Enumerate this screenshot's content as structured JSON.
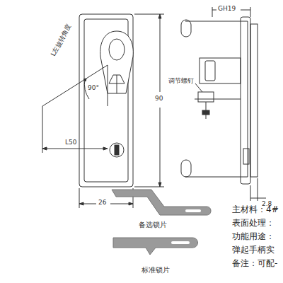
{
  "diagram": {
    "labels": [
      "L左旋转角度",
      "90°",
      "L50",
      "90",
      "26",
      "GH19",
      "调节螺钉",
      "2.8",
      "备选锁片",
      "标准锁片",
      "主材料：4#",
      "表面处理：",
      "功能用途：",
      "弹起手柄实",
      "备注：可配-"
    ]
  }
}
